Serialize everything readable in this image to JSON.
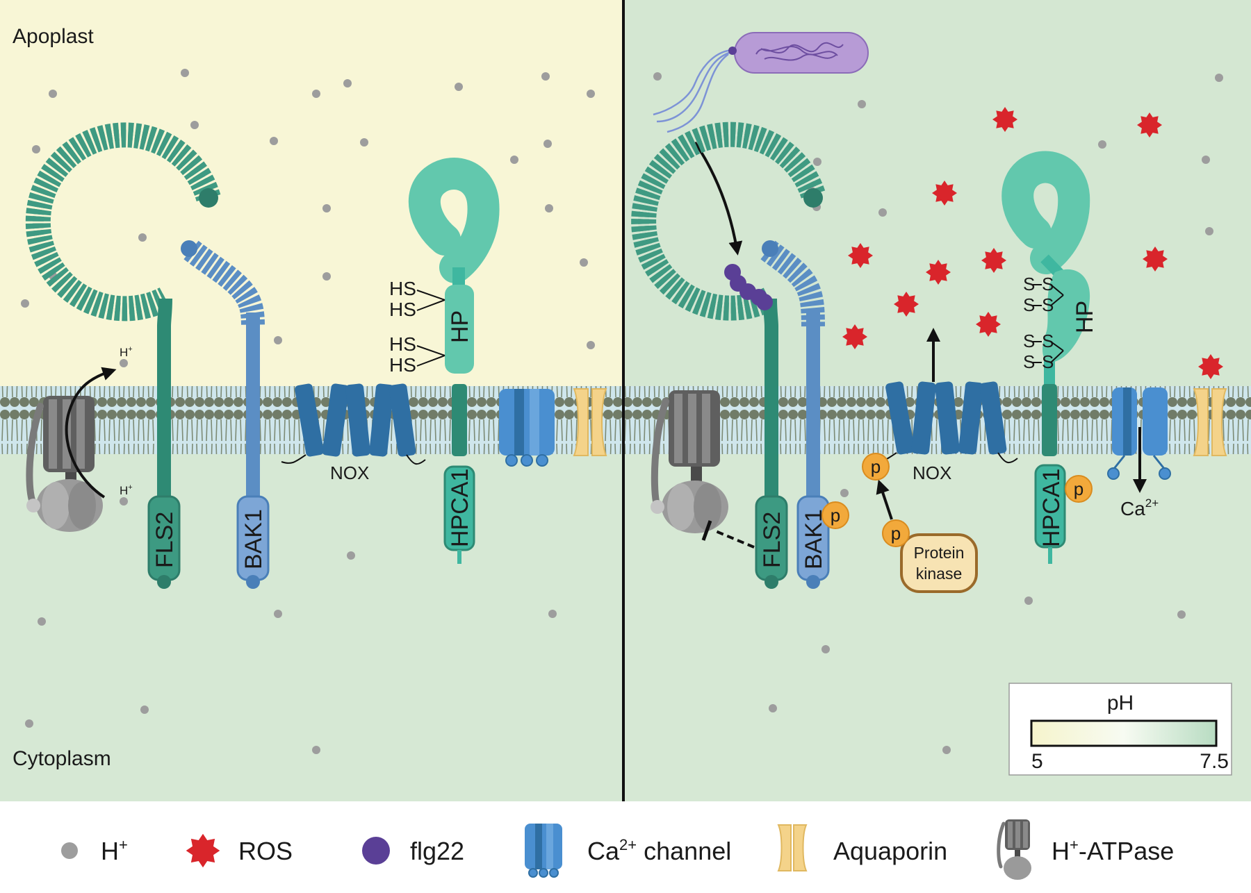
{
  "regions": {
    "apoplast": "Apoplast",
    "cytoplasm": "Cytoplasm"
  },
  "proteins": {
    "fls2": "FLS2",
    "bak1": "BAK1",
    "nox": "NOX",
    "hp": "HP",
    "hpca1": "HPCA1",
    "protein_kinase_line1": "Protein",
    "protein_kinase_line2": "kinase"
  },
  "symbols": {
    "proton": "H",
    "plus": "+",
    "thiol": "HS",
    "disulfide_s": "S",
    "phospho": "p",
    "calcium": "Ca",
    "calcium_charge": "2+"
  },
  "ph_scale": {
    "title": "pH",
    "min": "5",
    "max": "7.5"
  },
  "legend": [
    {
      "icon": "proton-dot",
      "label": "H",
      "sup": "+",
      "after": ""
    },
    {
      "icon": "ros-star",
      "label": "ROS",
      "sup": "",
      "after": ""
    },
    {
      "icon": "flg22-dot",
      "label": "flg22",
      "sup": "",
      "after": ""
    },
    {
      "icon": "calcium-channel",
      "label": "Ca",
      "sup": "2+",
      "after": " channel"
    },
    {
      "icon": "aquaporin",
      "label": "Aquaporin",
      "sup": "",
      "after": ""
    },
    {
      "icon": "h-atpase",
      "label": "H",
      "sup": "+",
      "after": "-ATPase"
    }
  ],
  "colors": {
    "apoplast_resting": "#f8f6d6",
    "cytoplasm": "#d6e8d4",
    "membrane": "#6f7a68",
    "fls2": "#2e8a74",
    "bak1": "#5b8ec4",
    "nox": "#2f6fa3",
    "hpca1": "#3fb7a0",
    "hp": "#62c8ad",
    "ca_channel": "#4a8fd0",
    "aquaporin": "#f4d38a",
    "ros": "#d9252b",
    "flg22": "#5a3f96",
    "phospho": "#f2a93b",
    "proton": "#9a9a9a",
    "bacterium": "#b79bd6"
  }
}
